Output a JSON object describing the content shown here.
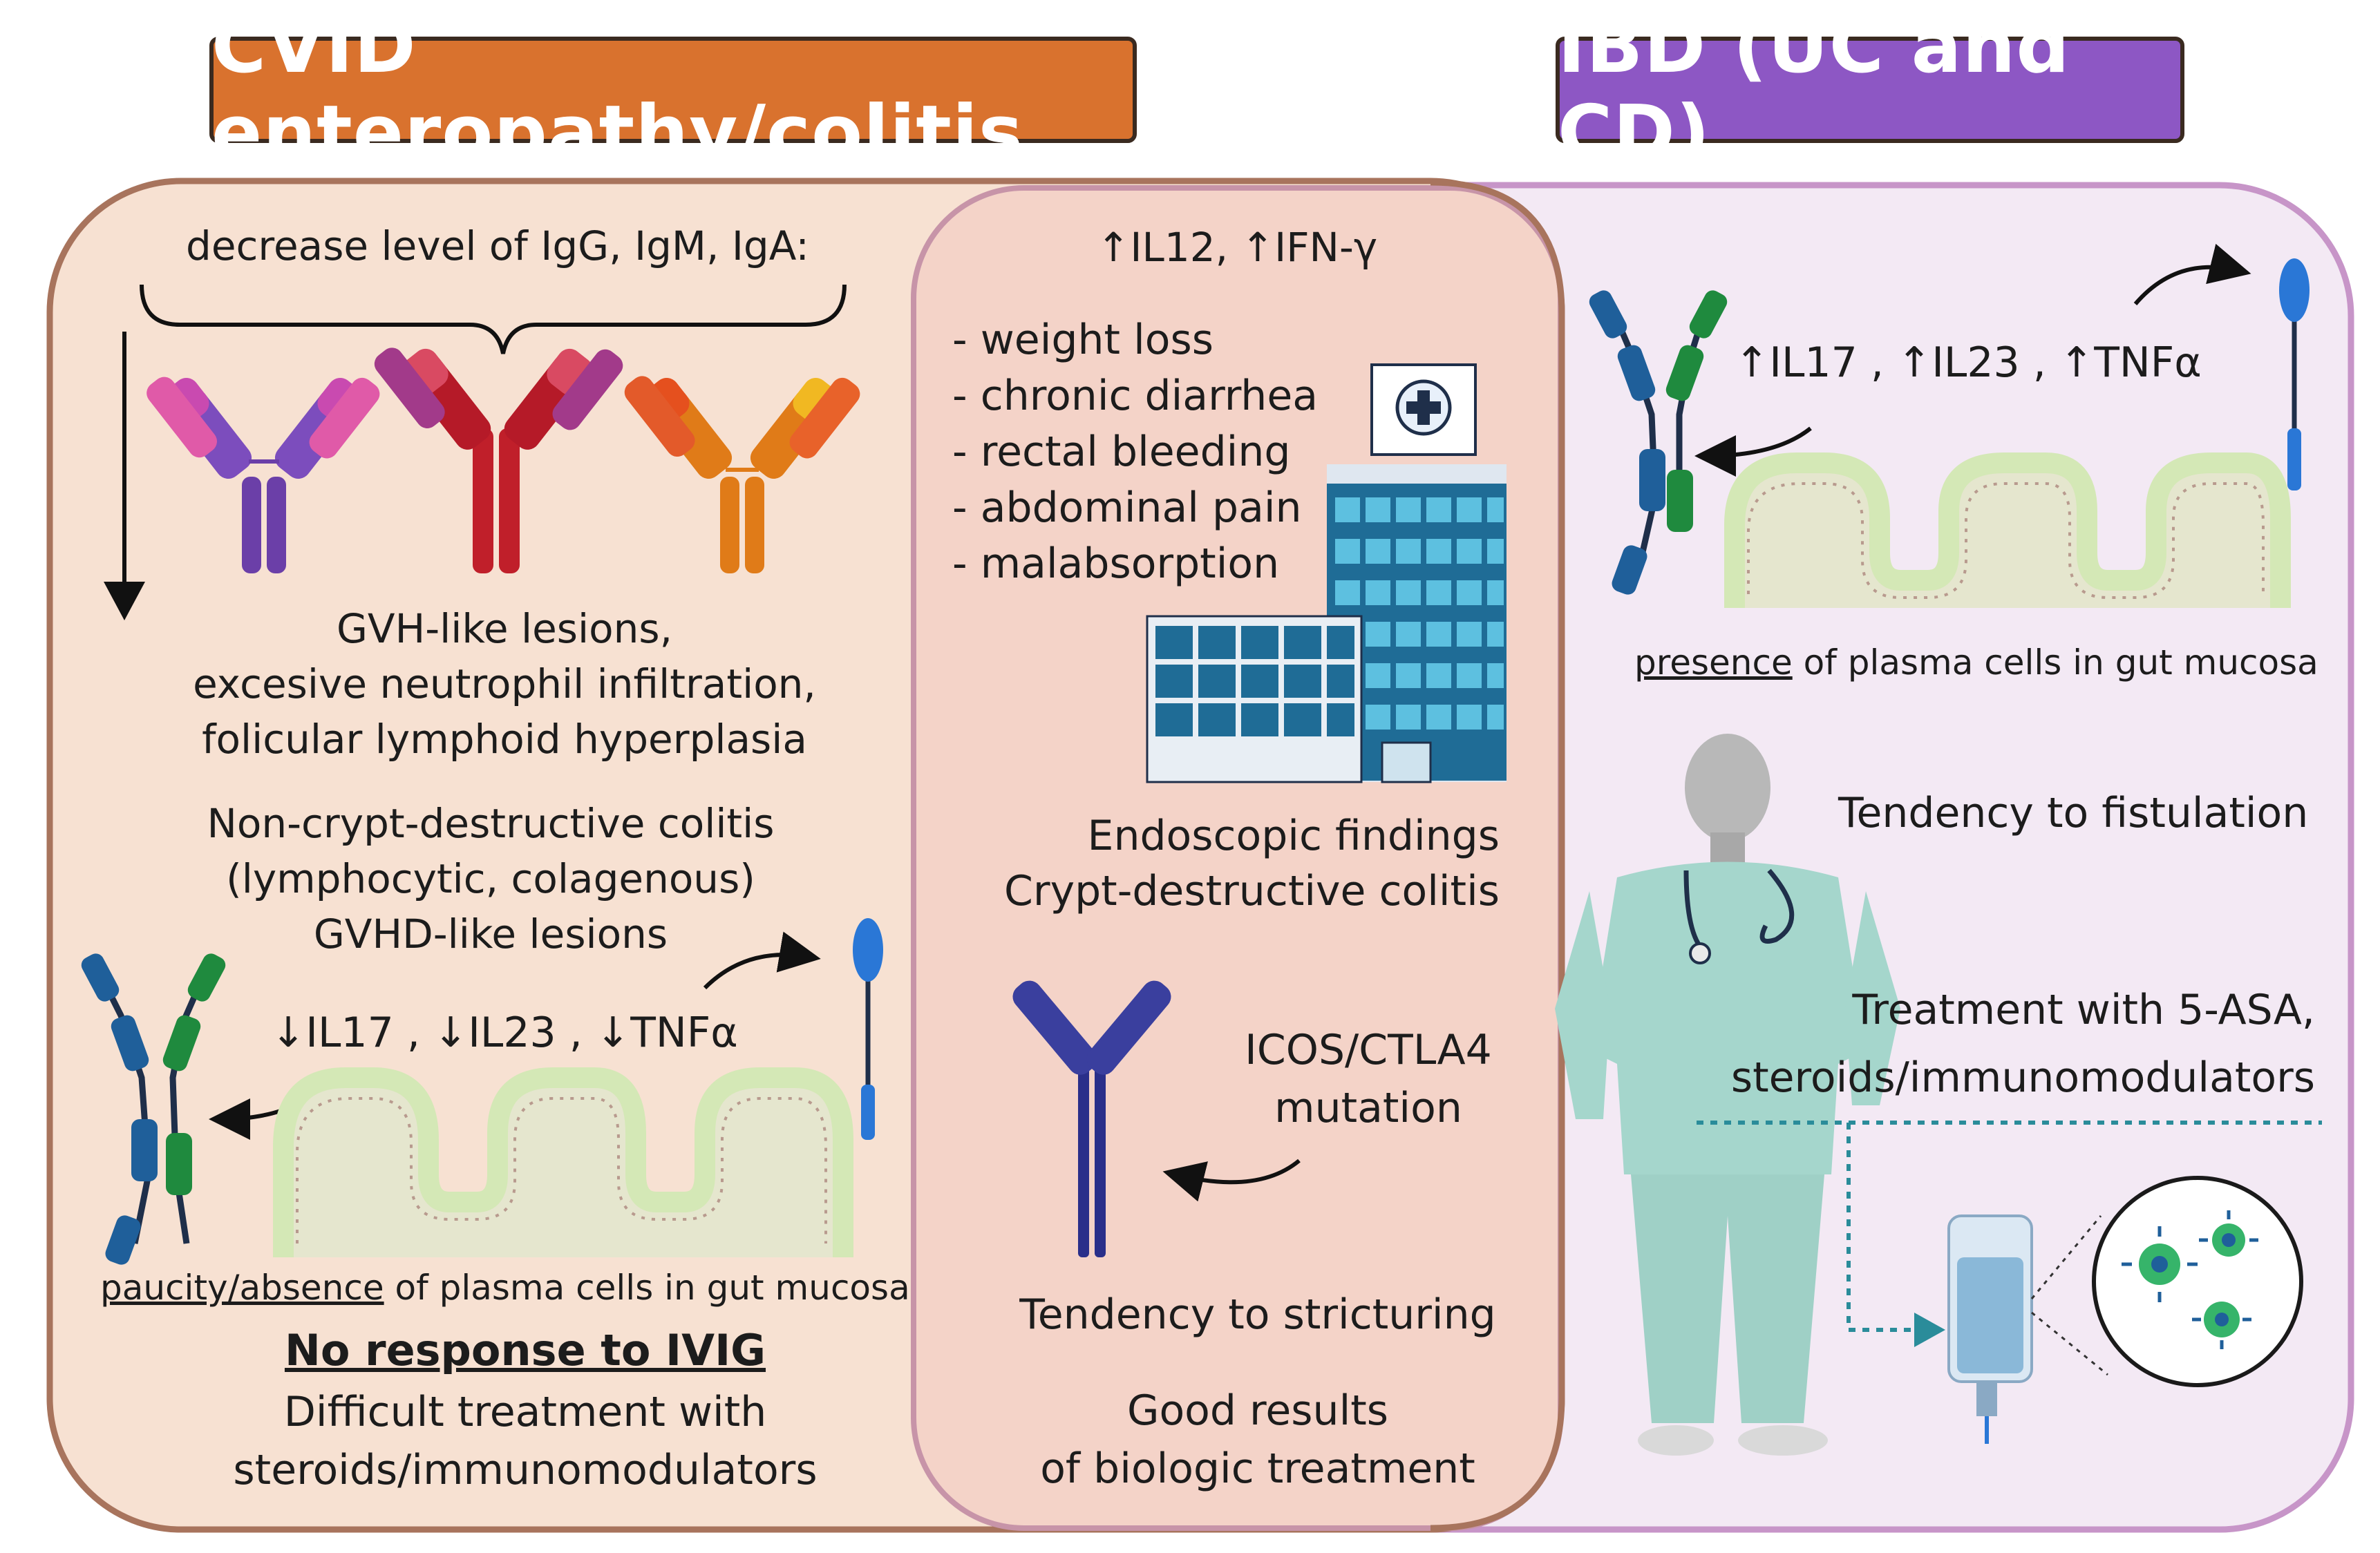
{
  "headers": {
    "cvid": "CVID enteropathy/colitis",
    "ibd": "IBD (UC and CD)"
  },
  "colors": {
    "cvid_header": "#d9722e",
    "ibd_header": "#8d57c4",
    "cvid_panel": "#f7e1d2",
    "overlap_panel": "#f4d3c8",
    "ibd_panel": "#f3e9f4",
    "cvid_border": "#a8745d",
    "ibd_border": "#c795c8"
  },
  "cvid": {
    "immunoglobulin_heading": "decrease level of IgG, IgM, IgA:",
    "lesions": [
      "GVH-like lesions,",
      "excesive neutrophil infiltration,",
      "folicular lymphoid hyperplasia"
    ],
    "colitis": [
      "Non-crypt-destructive colitis",
      "(lymphocytic, colagenous)",
      "GVHD-like lesions"
    ],
    "cytokines": "↓IL17 , ↓IL23 , ↓TNFα",
    "mucosa_emphasis": "paucity/absence",
    "mucosa_rest": " of plasma cells in gut mucosa",
    "ivig": "No response to IVIG",
    "treatment": [
      "Difficult treatment with",
      "steroids/immunomodulators"
    ]
  },
  "overlap": {
    "cytokines": "↑IL12, ↑IFN-γ",
    "symptoms": [
      "- weight loss",
      "- chronic diarrhea",
      "- rectal bleeding",
      "- abdominal pain",
      "- malabsorption"
    ],
    "endoscopy": [
      "Endoscopic findings",
      "Crypt-destructive colitis"
    ],
    "mutation": [
      "ICOS/CTLA4",
      "mutation"
    ],
    "stricturing": "Tendency to stricturing",
    "biologic": [
      "Good results",
      "of biologic treatment"
    ]
  },
  "ibd": {
    "cytokines": "↑IL17 , ↑IL23 , ↑TNFα",
    "mucosa_emphasis": "presence",
    "mucosa_rest": " of plasma cells in gut mucosa",
    "fistulation": "Tendency to fistulation",
    "treatment": [
      "Treatment with 5-ASA,",
      "steroids/immunomodulators"
    ]
  },
  "icons": [
    "antibody-icon",
    "igm-antibody-icon",
    "iga-antibody-icon",
    "hospital-icon",
    "doctor-icon",
    "iv-bag-icon",
    "gut-mucosa-icon",
    "microbe-icon",
    "cotton-swab-icon"
  ]
}
